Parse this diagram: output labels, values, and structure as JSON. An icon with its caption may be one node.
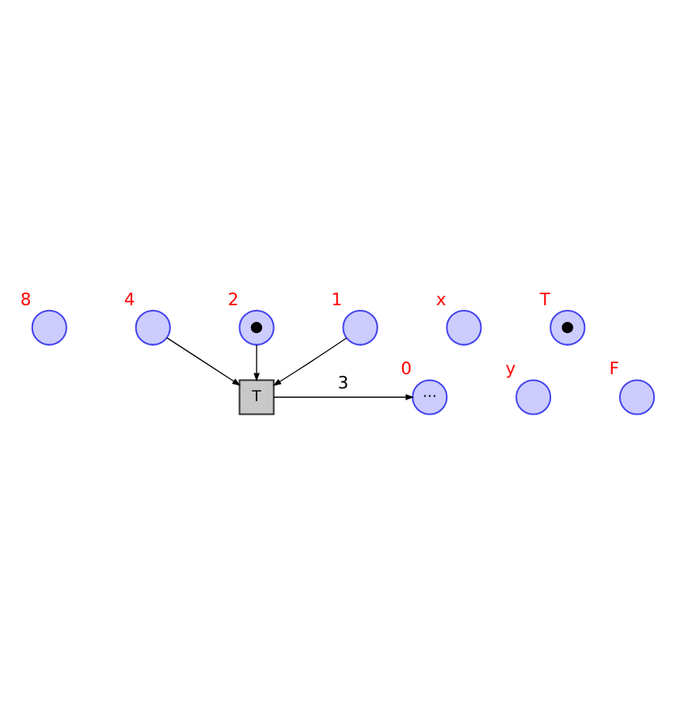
{
  "diagram": {
    "nodes": [
      {
        "text": [
          "8"
        ]
      },
      {
        "text": [
          "4"
        ]
      },
      {
        "text": [
          "2",
          "●"
        ]
      },
      {
        "text": [
          "x"
        ]
      },
      {
        "text": [
          "1"
        ]
      },
      {
        "text": [
          "T",
          "●"
        ]
      },
      {
        "text": [
          "y"
        ]
      },
      {
        "text": [
          "0",
          "···"
        ]
      },
      {
        "text": [
          "T"
        ]
      },
      {
        "text": [
          "F"
        ]
      }
    ],
    "edges": [
      {
        "from": 1,
        "to": 8,
        "arrow": "to"
      },
      {
        "from": 2,
        "to": 8,
        "arrow": "to"
      },
      {
        "from": 4,
        "to": 8,
        "arrow": "to"
      },
      {
        "from": 8,
        "to": 7,
        "arrow": "to",
        "label": "3"
      }
    ]
  }
}
